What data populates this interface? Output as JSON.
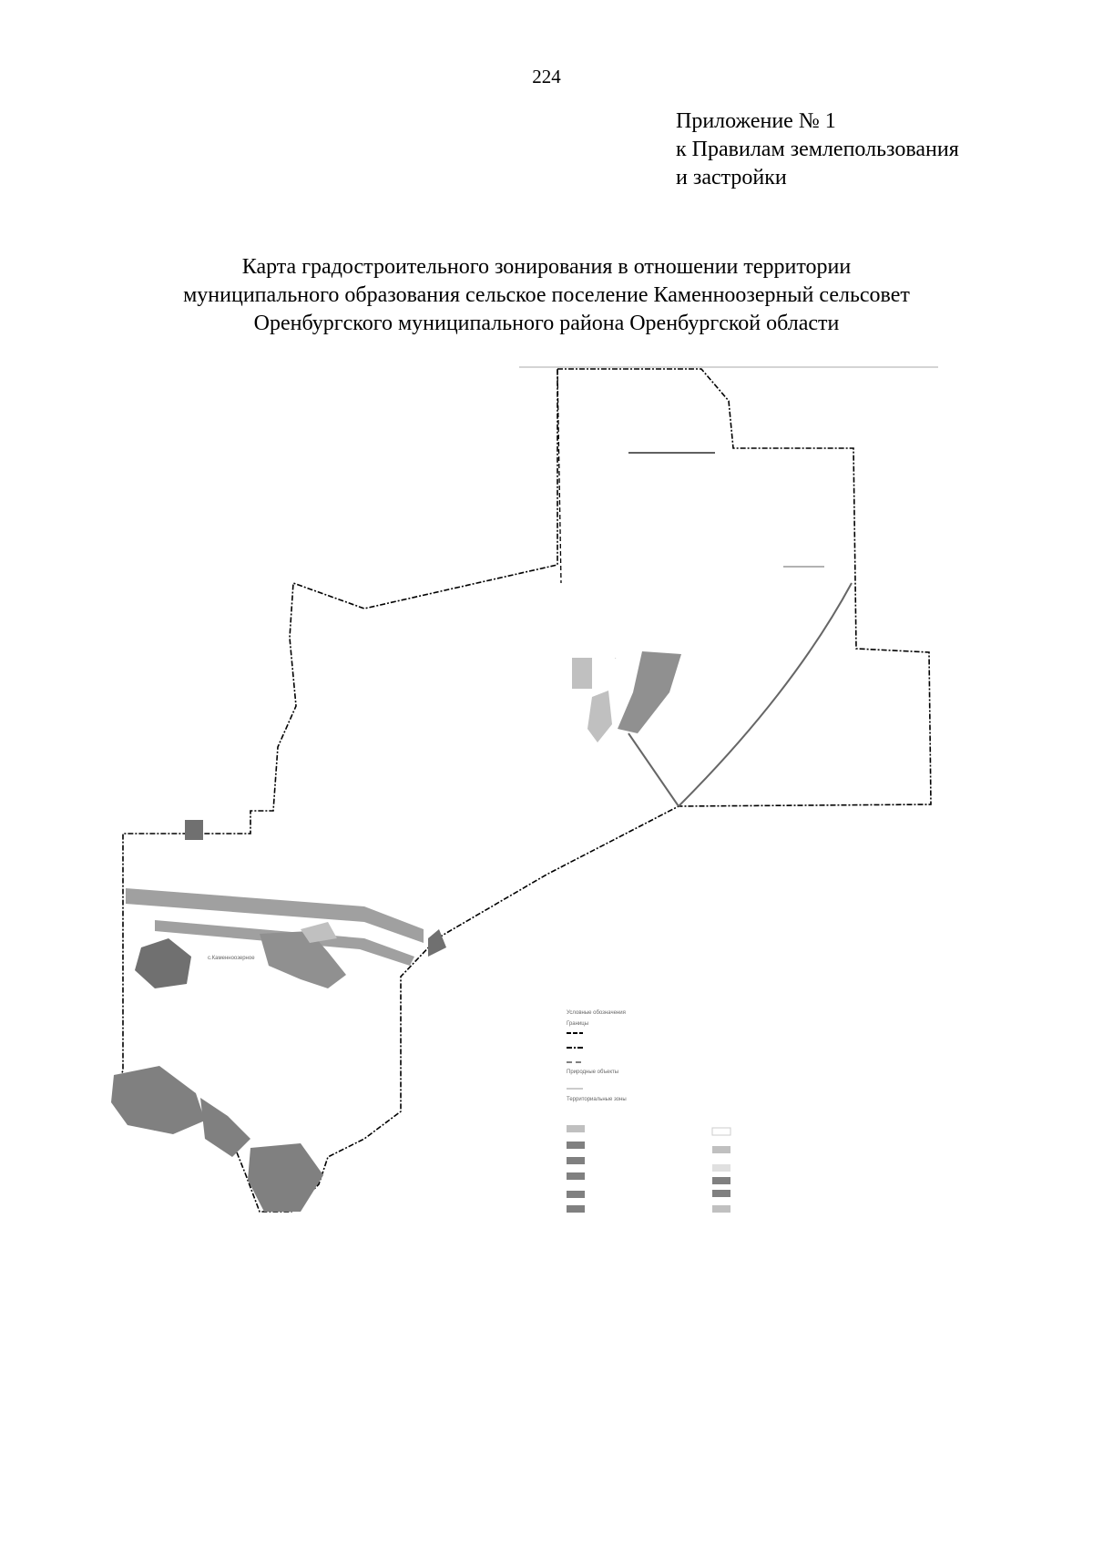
{
  "page_number": "224",
  "appendix": {
    "line1": "Приложение № 1",
    "line2": "к Правилам землепользования",
    "line3": "и застройки"
  },
  "title": {
    "line1": "Карта градостроительного зонирования в отношении территории",
    "line2": "муниципального образования сельское поселение Каменноозерный сельсовет",
    "line3": "Оренбургского муниципального района Оренбургской области"
  },
  "map": {
    "settlement_label": "с.Каменноозерное",
    "legend": {
      "heading": "Условные обозначения",
      "boundaries_heading": "Границы",
      "natural_heading": "Природные объекты",
      "zones_heading": "Территориальные зоны"
    },
    "colors": {
      "zone_dark": "#808080",
      "zone_light": "#c0c0c0",
      "boundary": "#000000"
    }
  }
}
